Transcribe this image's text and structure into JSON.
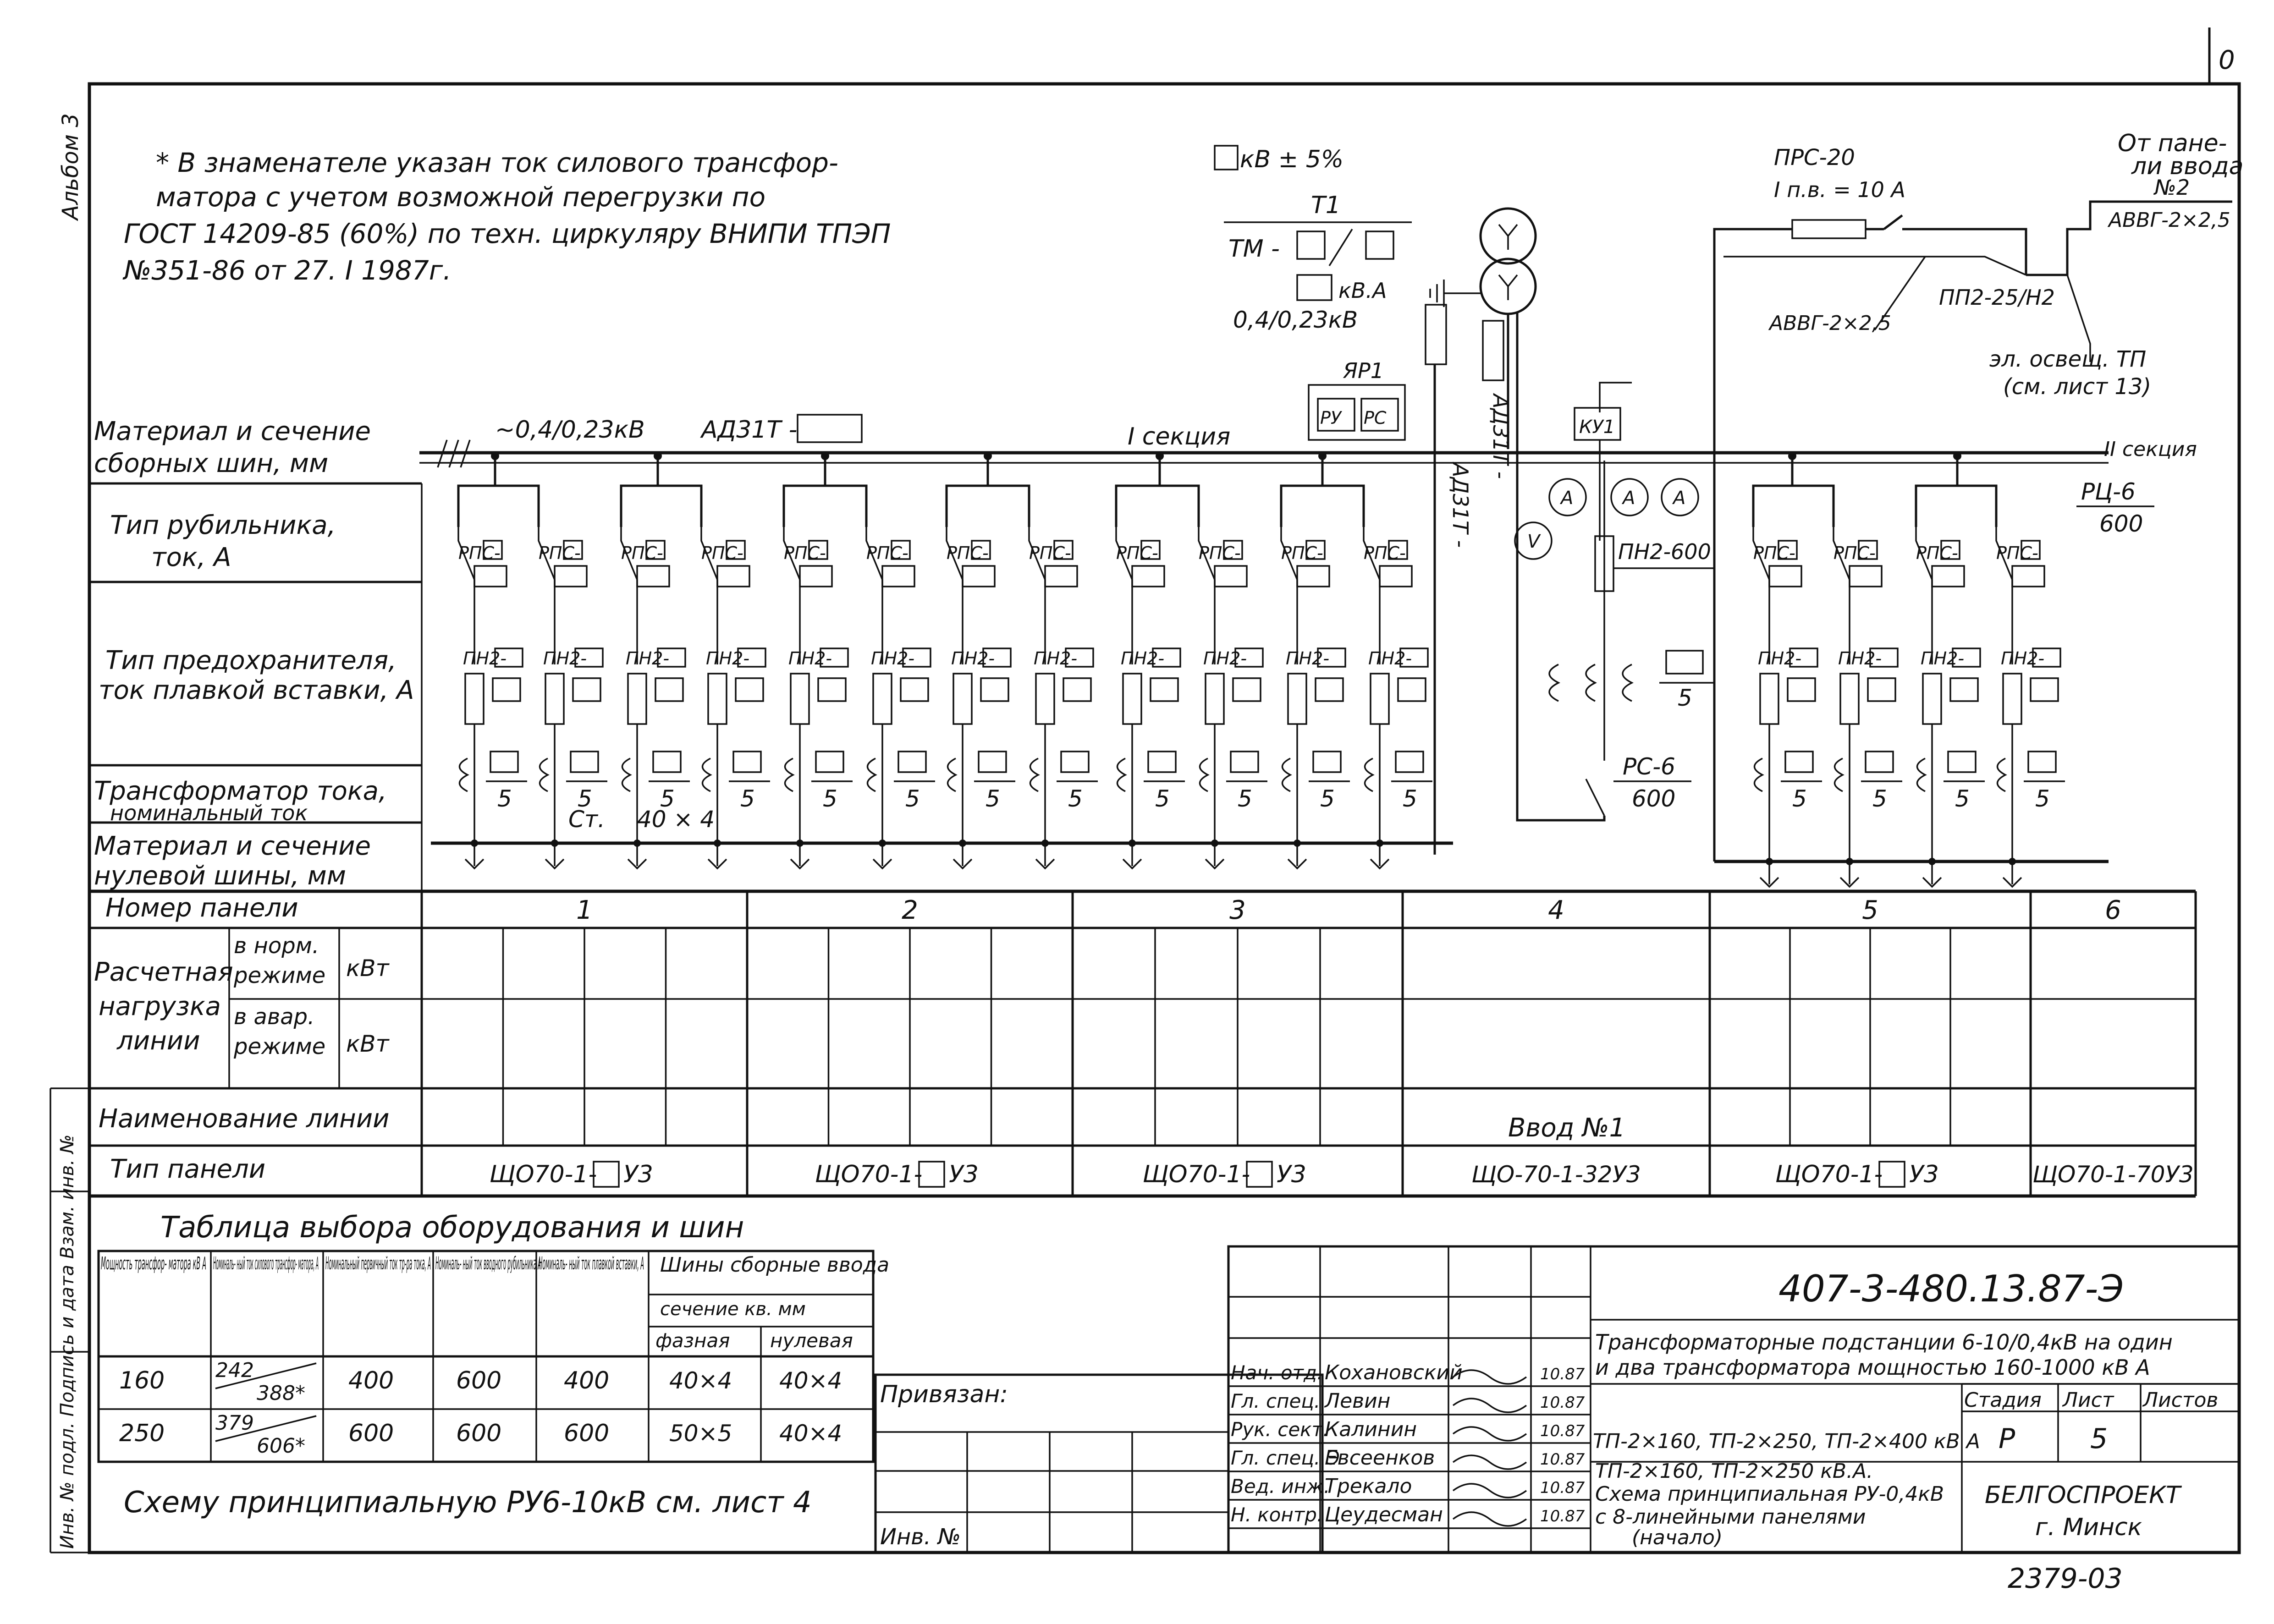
{
  "album": "Альбом 3",
  "sheet_corner": "0",
  "note": {
    "lines": [
      "* В знаменателе указан ток силового трансфор-",
      "матора с учетом возможной перегрузки по",
      "ГОСТ 14209-85 (60%) по техн. циркуляру ВНИПИ ТПЭП",
      "№351-86 от 27. I 1987г."
    ]
  },
  "transformer": {
    "voltage_tol": "кВ ± 5%",
    "name": "Т1",
    "type": "ТМ -",
    "power_unit": "кВ.А",
    "ratio": "0,4/0,23кВ"
  },
  "busbar": {
    "voltage": "~0,4/0,23кВ",
    "breaker": "АД31Т -",
    "section1": "I секция",
    "section2": "II секция",
    "section_switch": "РЦ-6",
    "section_switch_current": "600",
    "breaker_vertical_1": "АД31Т -",
    "breaker_vertical_2": "АД31Т -",
    "yp1": "ЯР1",
    "yp1_left": "РУ",
    "yp1_right": "РС",
    "ku": "КУ1",
    "pn_input": "ПН2-600",
    "rs_input": "РС-6",
    "rs_input_current": "600",
    "ct_denom": "5"
  },
  "lighting": {
    "prs": "ПРС-20",
    "fuse": "I п.в. = 10 А",
    "from_panel_1": "От пане-",
    "from_panel_2": "ли ввода",
    "from_panel_3": "№2",
    "cable_top": "АВВГ-2×2,5",
    "cable_bottom": "АВВГ-2×2,5",
    "switch": "ПП2-25/Н2",
    "light_1": "эл. освещ. ТП",
    "light_2": "(см. лист 13)"
  },
  "switch_label": "РПС-",
  "fuse_label": "ПН2-",
  "ct_label": "5",
  "neutral_bus": {
    "material": "Ст.",
    "size": "40 × 4"
  },
  "row_labels": {
    "material1": "Материал и сечение",
    "material2": "сборных шин, мм",
    "switch1": "Тип рубильника,",
    "switch2": "ток, А",
    "fuse1": "Тип предохранителя,",
    "fuse2": "ток плавкой вставки, А",
    "ct1": "Трансформатор тока,",
    "ct2": "номинальный ток",
    "neutral1": "Материал и сечение",
    "neutral2": "нулевой шины, мм",
    "panel_no": "Номер панели",
    "load1": "Расчетная",
    "load2": "нагрузка",
    "load3": "линии",
    "normal1": "в норм.",
    "normal2": "режиме",
    "emerg1": "в авар.",
    "emerg2": "режиме",
    "kw": "кВт",
    "line_name": "Наименование линии",
    "panel_type": "Тип панели"
  },
  "panels": [
    {
      "no": "1",
      "type": "ЩО70-1-",
      "suffix": "У3"
    },
    {
      "no": "2",
      "type": "ЩО70-1-",
      "suffix": "У3"
    },
    {
      "no": "3",
      "type": "ЩО70-1-",
      "suffix": "У3"
    },
    {
      "no": "4",
      "type": "ЩО-70-1-32У3",
      "suffix": ""
    },
    {
      "no": "5",
      "type": "ЩО70-1-",
      "suffix": "У3"
    },
    {
      "no": "6",
      "type": "ЩО70-1-70У3",
      "suffix": ""
    }
  ],
  "input_name": "Ввод №1",
  "side_stamp": "Инв. № подл.   Подпись и дата   Взам. инв. №",
  "selection_table": {
    "title": "Таблица выбора оборудования и шин",
    "headers": [
      "Мощность трансфор- матора кВ А",
      "Номиналь- ный ток силового трансфор- матора, А",
      "Номинальный первичный ток тр-ра тока, А",
      "Номиналь- ный ток вводного рубильника А",
      "Номиналь- ный ток плавкой вставки, А"
    ],
    "bus_header": "Шины сборные ввода",
    "section_header": "сечение кв. мм",
    "phase": "фазная",
    "neutral": "нулевая",
    "rows": [
      {
        "power": "160",
        "cur_num": "242",
        "cur_den": "388*",
        "ct": "400",
        "sw": "600",
        "fuse": "400",
        "phase": "40×4",
        "neutral": "40×4"
      },
      {
        "power": "250",
        "cur_num": "379",
        "cur_den": "606*",
        "ct": "600",
        "sw": "600",
        "fuse": "600",
        "phase": "50×5",
        "neutral": "40×4"
      }
    ]
  },
  "ru_note": "Схему принципиальную РУ6-10кВ см. лист 4",
  "title_block": {
    "privyazan": "Привязан:",
    "inv": "Инв. №",
    "code": "407-3-480.13.87-Э",
    "desc1": "Трансформаторные подстанции 6-10/0,4кВ на один",
    "desc2": "и два трансформатора мощностью 160-1000 кВ А",
    "stage_h": "Стадия",
    "sheet_h": "Лист",
    "sheets_h": "Листов",
    "stage": "Р",
    "sheet": "5",
    "variant": "ТП-2×160, ТП-2×250, ТП-2×400 кВ А",
    "dwg1": "ТП-2×160, ТП-2×250 кВ.А.",
    "dwg2": "Схема принципиальная РУ-0,4кВ",
    "dwg3": "с 8-линейными панелями",
    "dwg4": "(начало)",
    "org1": "БЕЛГОСПРОЕКТ",
    "org2": "г. Минск",
    "signers": [
      {
        "role": "Нач. отд.",
        "name": "Кохановский",
        "date": "10.87"
      },
      {
        "role": "Гл. спец.",
        "name": "Левин",
        "date": "10.87"
      },
      {
        "role": "Рук. сект.",
        "name": "Калинин",
        "date": "10.87"
      },
      {
        "role": "Гл. спец. Э",
        "name": "Евсеенков",
        "date": "10.87"
      },
      {
        "role": "Вед. инж.",
        "name": "Трекало",
        "date": "10.87"
      },
      {
        "role": "Н. контр.",
        "name": "Цеудесман",
        "date": "10.87"
      }
    ],
    "number": "2379-03"
  }
}
